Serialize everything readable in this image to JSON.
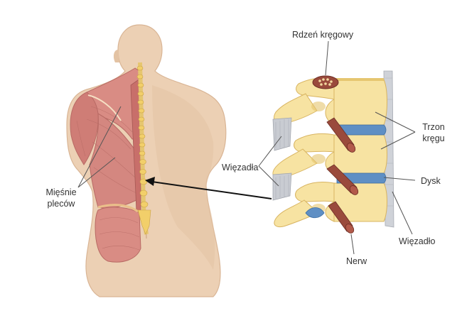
{
  "labels": {
    "spinal_cord": "Rdzeń kręgowy",
    "vertebral_body_line1": "Trzon",
    "vertebral_body_line2": "kręgu",
    "ligaments": "Więzadła",
    "disc": "Dysk",
    "back_muscles_line1": "Mięśnie",
    "back_muscles_line2": "pleców",
    "nerve": "Nerw",
    "ligament": "Więzadło"
  },
  "colors": {
    "skin": "#ecd0b4",
    "skin_shade": "#d9b595",
    "muscle": "#d98c84",
    "muscle_dark": "#b86a64",
    "bone": "#f7e3a2",
    "bone_shade": "#e6c670",
    "disc": "#5f8fc4",
    "nerve": "#9a4a3c",
    "ligament": "#c9ccd2",
    "arrow": "#111111",
    "leader": "#555555"
  }
}
